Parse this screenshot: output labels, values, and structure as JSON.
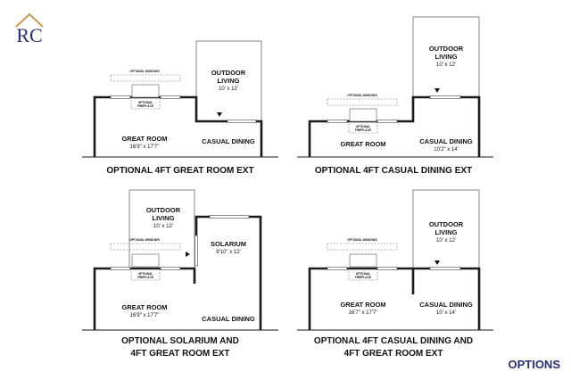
{
  "logo": {
    "letters": "RC",
    "accent": "#c79a54",
    "navy": "#2c2f6e"
  },
  "footer": {
    "options_label": "OPTIONS"
  },
  "plans": [
    {
      "caption": "OPTIONAL 4FT GREAT ROOM EXT",
      "rooms": {
        "outdoor": {
          "name_line1": "OUTDOOR",
          "name_line2": "LIVING",
          "dim": "10' x 12'"
        },
        "great": {
          "name": "GREAT ROOM",
          "dim": "16'9\" x 17'7\""
        },
        "dining": {
          "name": "CASUAL DINING",
          "dim": ""
        }
      },
      "optional_windows": "OPTIONAL WINDOWS",
      "optional_fireplace_line1": "OPTIONAL",
      "optional_fireplace_line2": "FIREPLACE"
    },
    {
      "caption": "OPTIONAL 4FT CASUAL DINING EXT",
      "rooms": {
        "outdoor": {
          "name_line1": "OUTDOOR",
          "name_line2": "LIVING",
          "dim": "10' x 12'"
        },
        "great": {
          "name": "GREAT ROOM",
          "dim": ""
        },
        "dining": {
          "name": "CASUAL DINING",
          "dim": "10'2\" x 14'"
        }
      },
      "optional_windows": "OPTIONAL WINDOWS",
      "optional_fireplace_line1": "OPTIONAL",
      "optional_fireplace_line2": "FIREPLACE"
    },
    {
      "caption_line1": "OPTIONAL SOLARIUM AND",
      "caption_line2": "4FT GREAT ROOM EXT",
      "rooms": {
        "outdoor": {
          "name_line1": "OUTDOOR",
          "name_line2": "LIVING",
          "dim": "10' x 12'"
        },
        "solarium": {
          "name": "SOLARIUM",
          "dim": "9'10\" x 12'"
        },
        "great": {
          "name": "GREAT ROOM",
          "dim": "16'9\" x 17'7\""
        },
        "dining": {
          "name": "CASUAL DINING",
          "dim": ""
        }
      },
      "optional_windows": "OPTIONAL WINDOWS",
      "optional_fireplace_line1": "OPTIONAL",
      "optional_fireplace_line2": "FIREPLACE"
    },
    {
      "caption_line1": "OPTIONAL 4FT CASUAL DINING AND",
      "caption_line2": "4FT GREAT ROOM EXT",
      "rooms": {
        "outdoor": {
          "name_line1": "OUTDOOR",
          "name_line2": "LIVING",
          "dim": "10' x 12'"
        },
        "great": {
          "name": "GREAT ROOM",
          "dim": "16'7\" x 17'7\""
        },
        "dining": {
          "name": "CASUAL DINING",
          "dim": "10' x 14'"
        }
      },
      "optional_windows": "OPTIONAL WINDOWS",
      "optional_fireplace_line1": "OPTIONAL",
      "optional_fireplace_line2": "FIREPLACE"
    }
  ]
}
